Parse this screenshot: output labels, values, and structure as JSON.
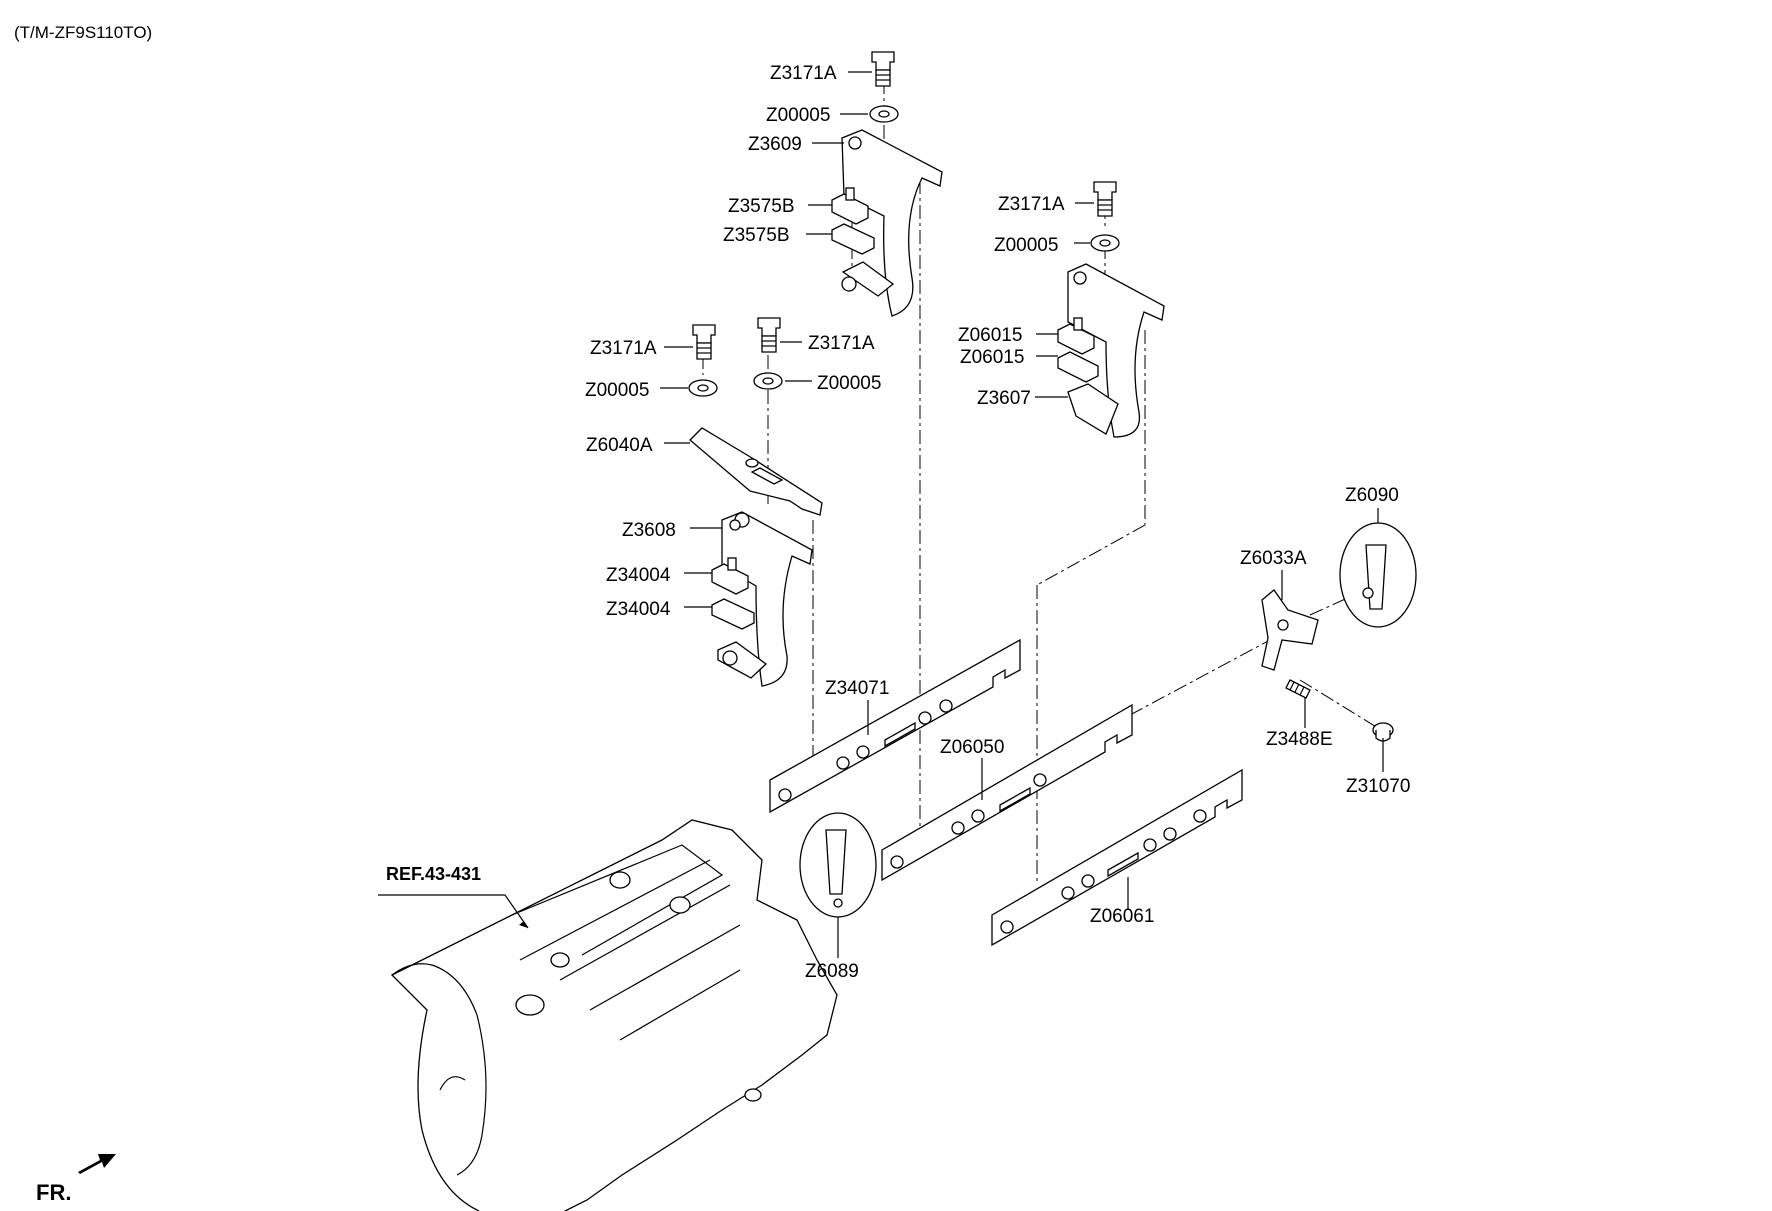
{
  "header": {
    "model_code": "(T/M-ZF9S110TO)"
  },
  "reference": {
    "label": "REF.43-431"
  },
  "direction": {
    "label": "FR."
  },
  "parts": [
    {
      "id": "p1",
      "label": "Z3171A"
    },
    {
      "id": "p2",
      "label": "Z00005"
    },
    {
      "id": "p3",
      "label": "Z3609"
    },
    {
      "id": "p4",
      "label": "Z3575B"
    },
    {
      "id": "p5",
      "label": "Z3575B"
    },
    {
      "id": "p6",
      "label": "Z3171A"
    },
    {
      "id": "p7",
      "label": "Z00005"
    },
    {
      "id": "p8",
      "label": "Z06015"
    },
    {
      "id": "p9",
      "label": "Z06015"
    },
    {
      "id": "p10",
      "label": "Z3607"
    },
    {
      "id": "p11",
      "label": "Z3171A"
    },
    {
      "id": "p12",
      "label": "Z3171A"
    },
    {
      "id": "p13",
      "label": "Z00005"
    },
    {
      "id": "p14",
      "label": "Z00005"
    },
    {
      "id": "p15",
      "label": "Z6040A"
    },
    {
      "id": "p16",
      "label": "Z3608"
    },
    {
      "id": "p17",
      "label": "Z34004"
    },
    {
      "id": "p18",
      "label": "Z34004"
    },
    {
      "id": "p19",
      "label": "Z34071"
    },
    {
      "id": "p20",
      "label": "Z06050"
    },
    {
      "id": "p21",
      "label": "Z06061"
    },
    {
      "id": "p22",
      "label": "Z6089"
    },
    {
      "id": "p23",
      "label": "Z6090"
    },
    {
      "id": "p24",
      "label": "Z6033A"
    },
    {
      "id": "p25",
      "label": "Z3488E"
    },
    {
      "id": "p26",
      "label": "Z31070"
    }
  ]
}
